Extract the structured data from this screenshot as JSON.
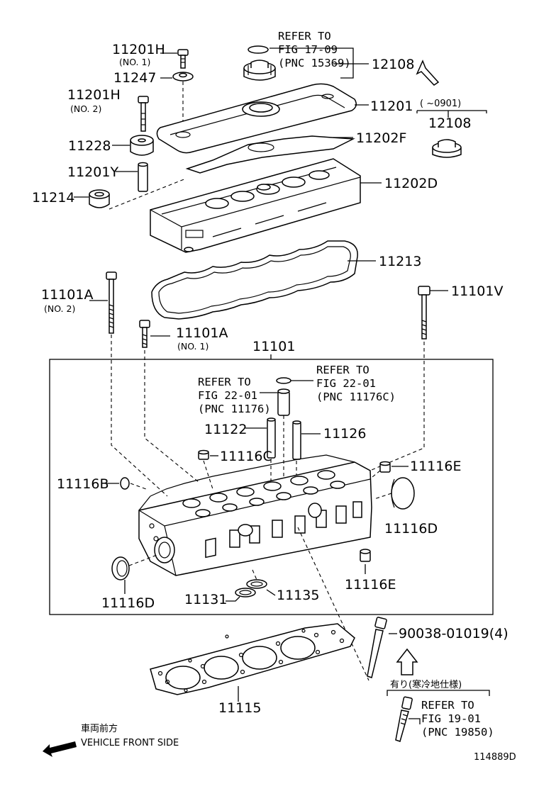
{
  "diagram": {
    "labels": {
      "p11201H_1": "11201H",
      "p11201H_1_sub": "(NO. 1)",
      "p11247": "11247",
      "p11201H_2": "11201H",
      "p11201H_2_sub": "(NO. 2)",
      "p11228": "11228",
      "p11201Y": "11201Y",
      "p11214": "11214",
      "p12108_a": "12108",
      "p11201": "11201",
      "p11202F": "11202F",
      "range_0901": "(   ~0901)",
      "p12108_b": "12108",
      "p11202D": "11202D",
      "p11213": "11213",
      "p11101A_2": "11101A",
      "p11101A_2_sub": "(NO. 2)",
      "p11101A_1": "11101A",
      "p11101A_1_sub": "(NO. 1)",
      "p11101V": "11101V",
      "p11101": "11101",
      "p11122": "11122",
      "p11126": "11126",
      "p11116C": "11116C",
      "p11116E_a": "11116E",
      "p11116B": "11116B",
      "p11116D_a": "11116D",
      "p11116D_b": "11116D",
      "p11116E_b": "11116E",
      "p11131": "11131",
      "p11135": "11135",
      "p90038": "90038-01019(4)",
      "p11115": "11115",
      "cold_note": "有り(寒冷地仕様)"
    },
    "refs": {
      "fig1709": [
        "REFER TO",
        "FIG 17-09",
        "(PNC 15369)"
      ],
      "fig2201_a": [
        "REFER TO",
        "FIG 22-01",
        "(PNC 11176)"
      ],
      "fig2201_b": [
        "REFER TO",
        "FIG 22-01",
        "(PNC 11176C)"
      ],
      "fig1901": [
        "REFER TO",
        "FIG 19-01",
        "(PNC 19850)"
      ]
    },
    "front": {
      "jp": "車両前方",
      "en": "VEHICLE FRONT SIDE"
    },
    "figure_id": "114889D"
  }
}
